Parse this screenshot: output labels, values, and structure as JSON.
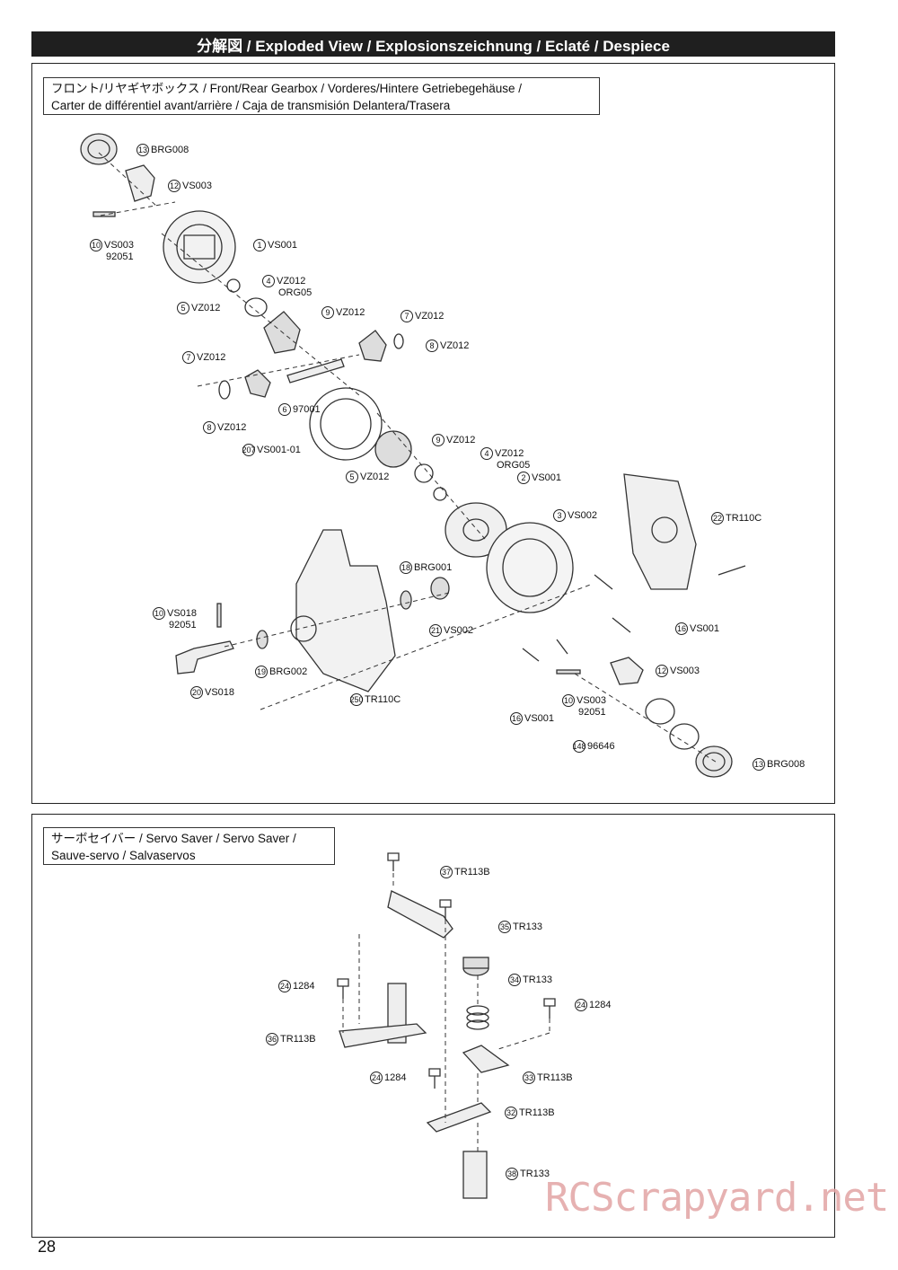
{
  "header": {
    "title": "分解図 / Exploded View / Explosionszeichnung / Eclaté / Despiece"
  },
  "gearbox": {
    "caption_line1": "フロント/リヤギヤボックス /   Front/Rear Gearbox / Vorderes/Hintere Getriebegehäuse /",
    "caption_line2": "Carter de différentiel avant/arrière / Caja de transmisión Delantera/Trasera",
    "labels": [
      {
        "num": "13",
        "code": "BRG008"
      },
      {
        "num": "12",
        "code": "VS003"
      },
      {
        "num": "10",
        "code": "VS003",
        "sub": "92051"
      },
      {
        "num": "1",
        "code": "VS001"
      },
      {
        "num": "4",
        "code": "VZ012",
        "sub": "ORG05"
      },
      {
        "num": "5",
        "code": "VZ012"
      },
      {
        "num": "9",
        "code": "VZ012"
      },
      {
        "num": "7",
        "code": "VZ012"
      },
      {
        "num": "8",
        "code": "VZ012"
      },
      {
        "num": "7",
        "code": "VZ012"
      },
      {
        "num": "8",
        "code": "VZ012"
      },
      {
        "num": "6",
        "code": "97001"
      },
      {
        "num": "207",
        "code": "VS001-01"
      },
      {
        "num": "9",
        "code": "VZ012"
      },
      {
        "num": "4",
        "code": "VZ012",
        "sub": "ORG05"
      },
      {
        "num": "5",
        "code": "VZ012"
      },
      {
        "num": "2",
        "code": "VS001"
      },
      {
        "num": "3",
        "code": "VS002"
      },
      {
        "num": "22",
        "code": "TR110C"
      },
      {
        "num": "18",
        "code": "BRG001"
      },
      {
        "num": "10",
        "code": "VS018",
        "sub": "92051"
      },
      {
        "num": "21",
        "code": "VS002"
      },
      {
        "num": "16",
        "code": "VS001"
      },
      {
        "num": "19",
        "code": "BRG002"
      },
      {
        "num": "20",
        "code": "VS018"
      },
      {
        "num": "250",
        "code": "TR110C"
      },
      {
        "num": "12",
        "code": "VS003"
      },
      {
        "num": "10",
        "code": "VS003",
        "sub": "92051"
      },
      {
        "num": "16",
        "code": "VS001"
      },
      {
        "num": "148",
        "code": "96646"
      },
      {
        "num": "13",
        "code": "BRG008"
      }
    ]
  },
  "servo": {
    "caption_line1": "サーボセイバー / Servo Saver / Servo Saver /",
    "caption_line2": "Sauve-servo / Salvaservos",
    "labels": [
      {
        "num": "37",
        "code": "TR113B"
      },
      {
        "num": "35",
        "code": "TR133"
      },
      {
        "num": "34",
        "code": "TR133"
      },
      {
        "num": "24",
        "code": "1284"
      },
      {
        "num": "24",
        "code": "1284"
      },
      {
        "num": "36",
        "code": "TR113B"
      },
      {
        "num": "24",
        "code": "1284"
      },
      {
        "num": "33",
        "code": "TR113B"
      },
      {
        "num": "32",
        "code": "TR113B"
      },
      {
        "num": "38",
        "code": "TR133"
      }
    ]
  },
  "footer": {
    "page_number": "28",
    "watermark": "RCScrapyard.net"
  }
}
